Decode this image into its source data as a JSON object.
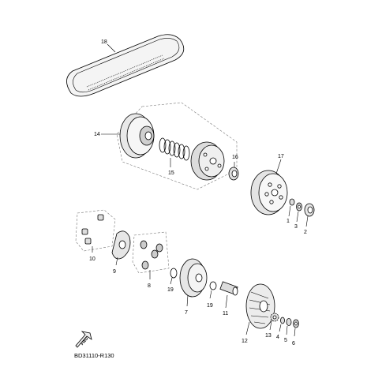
{
  "diagram_code": "BD31110-R130",
  "fwd_label": "FWD",
  "callouts": {
    "p1": "1",
    "p2": "2",
    "p3": "3",
    "p4": "4",
    "p5": "5",
    "p6": "6",
    "p7": "7",
    "p8": "8",
    "p9": "9",
    "p10": "10",
    "p11": "11",
    "p12": "12",
    "p13": "13",
    "p14": "14",
    "p15": "15",
    "p16": "16",
    "p17": "17",
    "p18": "18",
    "p19a": "19",
    "p19b": "19"
  }
}
